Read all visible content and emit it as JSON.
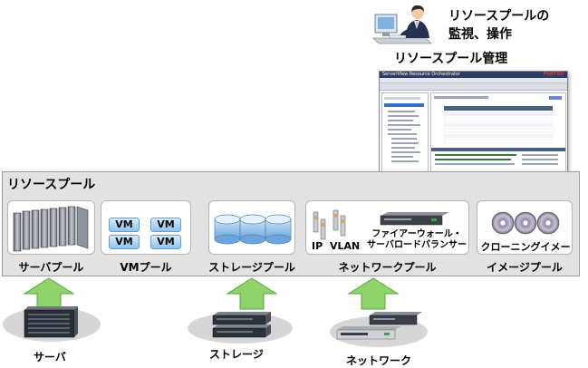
{
  "operator": {
    "caption_line1": "リソースプールの",
    "caption_line2": "監視、操作",
    "management_title": "リソースプール管理"
  },
  "management_window": {
    "title": "ServerView Resource Orchestrator",
    "logo": "FUJITSU"
  },
  "pool": {
    "title": "リソースプール",
    "server_pool_label": "サーバプール",
    "vm_pool_label": "VMプール",
    "vm_cell_text": "VM",
    "storage_pool_label": "ストレージプール",
    "network_pool_label": "ネットワークプール",
    "network_ip_label": "IP",
    "network_vlan_label": "VLAN",
    "firewall_label_line1": "ファイアーウォール・",
    "firewall_label_line2": "サーバロードバランサー",
    "image_pool_label": "イメージプール",
    "cloning_image_label": "クローニングイメージ"
  },
  "hardware": {
    "server_label": "サーバ",
    "storage_label": "ストレージ",
    "network_label": "ネットワーク"
  },
  "colors": {
    "arrow_green": "#8fd36b",
    "pool_background": "#e2e2e2",
    "vm_blue": "#8fc3ee"
  }
}
